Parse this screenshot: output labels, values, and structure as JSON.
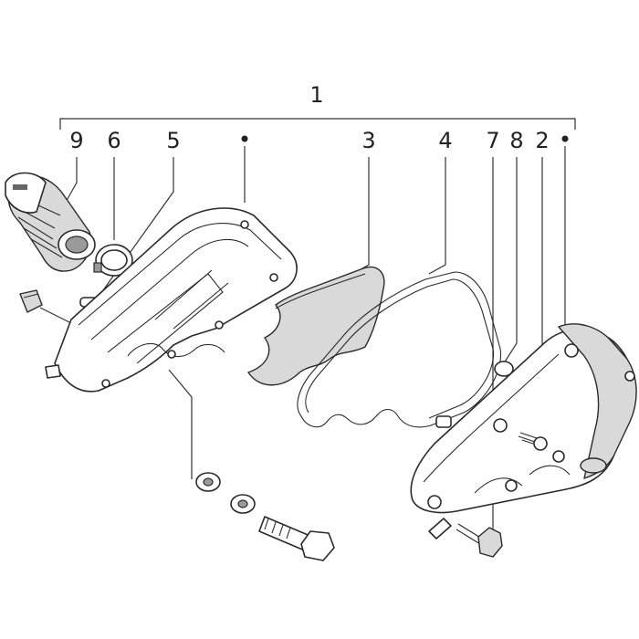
{
  "diagram": {
    "assembly_label": "1",
    "callouts": [
      {
        "id": "p9",
        "label": "9"
      },
      {
        "id": "p6",
        "label": "6"
      },
      {
        "id": "p5",
        "label": "5"
      },
      {
        "id": "p3",
        "label": "3"
      },
      {
        "id": "p4",
        "label": "4"
      },
      {
        "id": "p7",
        "label": "7"
      },
      {
        "id": "p8",
        "label": "8"
      },
      {
        "id": "p2",
        "label": "2"
      }
    ],
    "colors": {
      "line": "#2a2a2a",
      "fill": "#ffffff",
      "shade": "#d9d9d9"
    }
  }
}
